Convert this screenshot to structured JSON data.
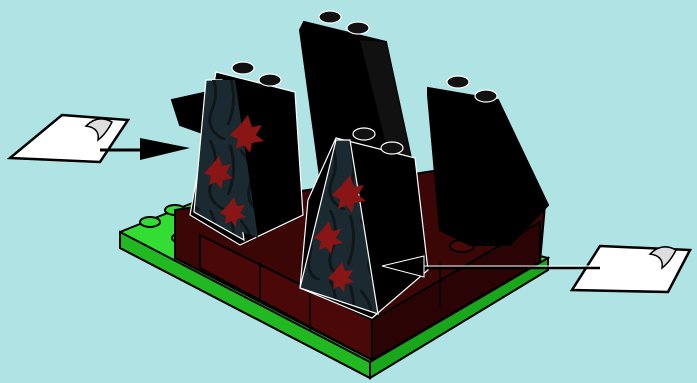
{
  "page": {
    "background_color": "#b0e3e4"
  },
  "instruction": {
    "sticker_count": 2,
    "stickers": [
      {
        "icon": "sticker-icon",
        "side": "left",
        "target": "left-slope-brick"
      },
      {
        "icon": "sticker-icon",
        "side": "right",
        "target": "front-slope-brick"
      }
    ],
    "arrow_icon": "arrow-icon"
  },
  "colors": {
    "baseplate_green": "#33dd33",
    "baseplate_dark": "#1aa61a",
    "dark_red": "#3a0606",
    "dark_red_mid": "#550a0a",
    "black": "#000000",
    "sticker_bg": "#1b2a30",
    "leaf_red": "#8a1515",
    "outline": "#ffffff"
  }
}
